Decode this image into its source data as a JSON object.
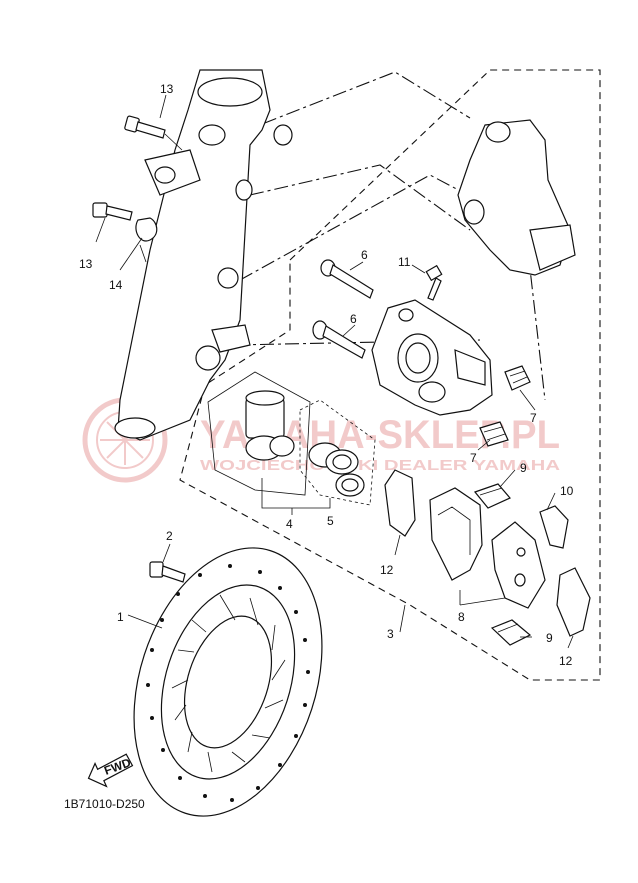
{
  "drawing_code": "1B71010-D250",
  "fwd_label": "FWD",
  "watermark": {
    "line1": "YAMAHA-SKLEP.PL",
    "line2": "WOJCIECHOWSKI DEALER YAMAHA",
    "color": "#e8a0a0"
  },
  "callouts": {
    "c1": "1",
    "c2": "2",
    "c3": "3",
    "c4": "4",
    "c5": "5",
    "c6a": "6",
    "c6b": "6",
    "c7a": "7",
    "c7b": "7",
    "c8": "8",
    "c9a": "9",
    "c9b": "9",
    "c10": "10",
    "c11": "11",
    "c12a": "12",
    "c12b": "12",
    "c13a": "13",
    "c13b": "13",
    "c14": "14"
  }
}
